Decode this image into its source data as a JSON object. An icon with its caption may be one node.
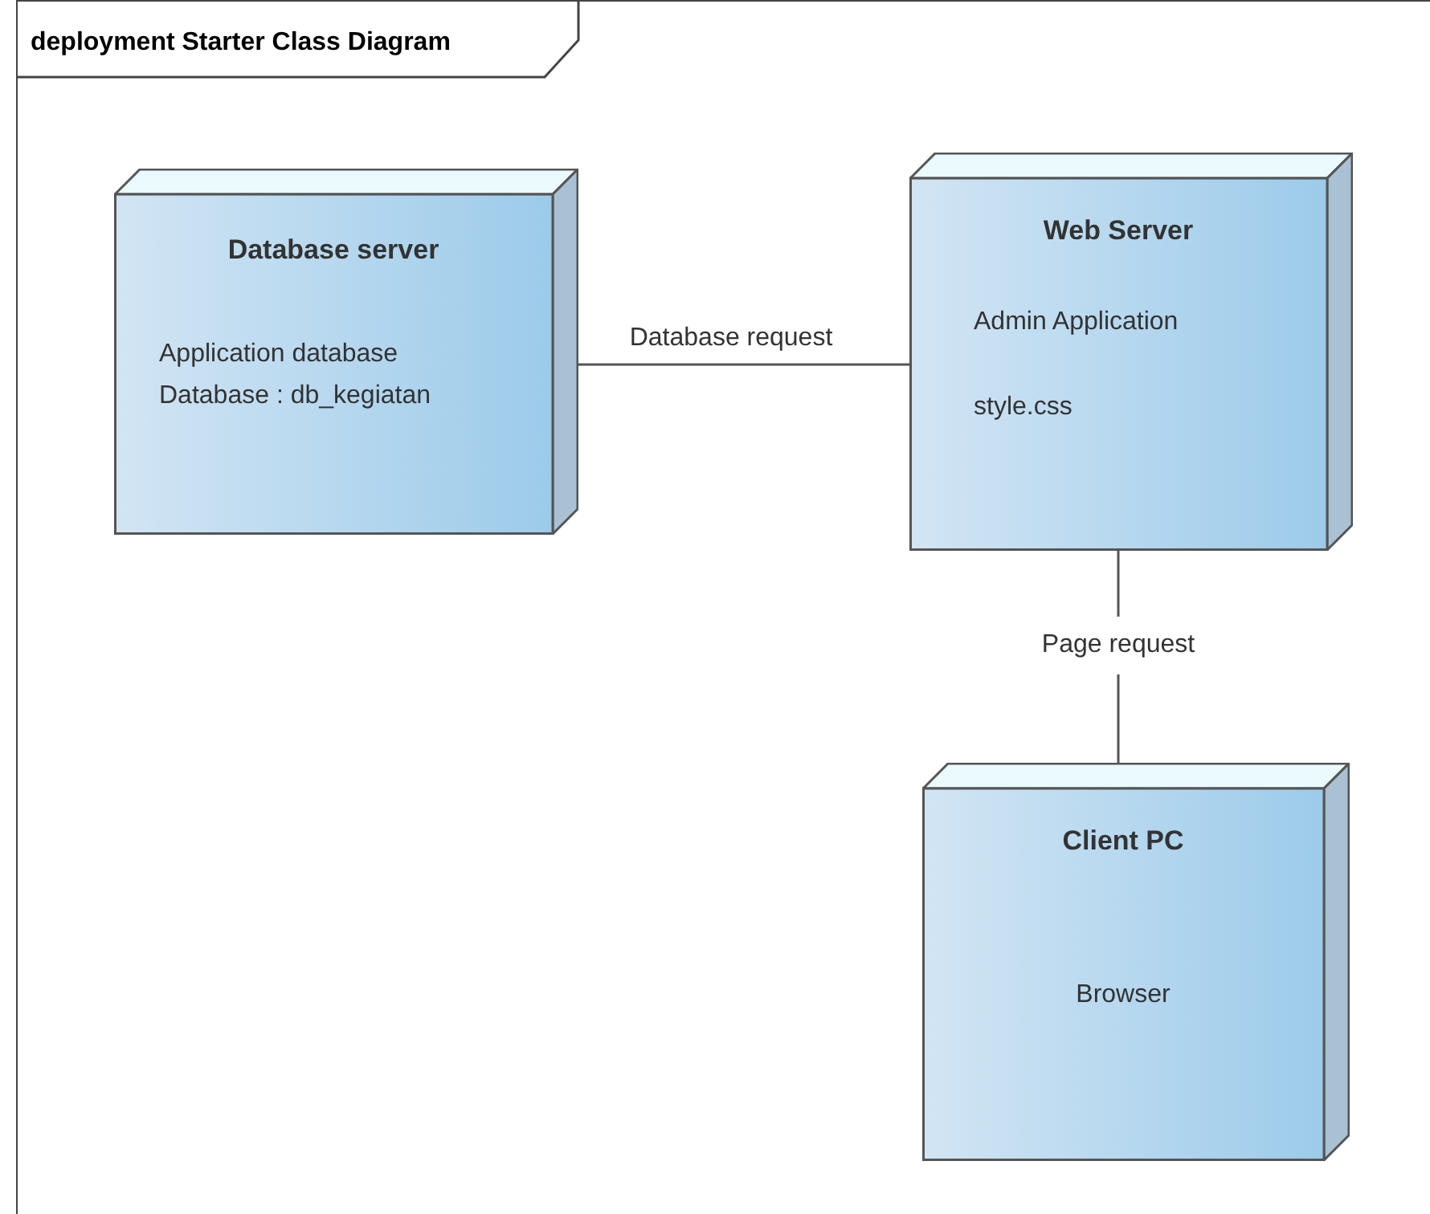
{
  "diagram": {
    "nodes": [
      {
        "text": [
          "deployment Starter Class Diagram"
        ]
      },
      {
        "text": [
          "Database server",
          "Application database",
          "Database : db_kegiatan"
        ],
        "in": 0
      },
      {
        "text": [
          "Web Server",
          "Admin Application",
          "style.css"
        ],
        "in": 0
      },
      {
        "text": [
          "Client PC",
          "Browser"
        ],
        "in": 0
      }
    ],
    "edges": [
      {
        "from": 1,
        "to": 2,
        "arrow": "none",
        "label": "Database request"
      },
      {
        "from": 2,
        "to": 3,
        "arrow": "none",
        "label": "Page request"
      }
    ]
  }
}
